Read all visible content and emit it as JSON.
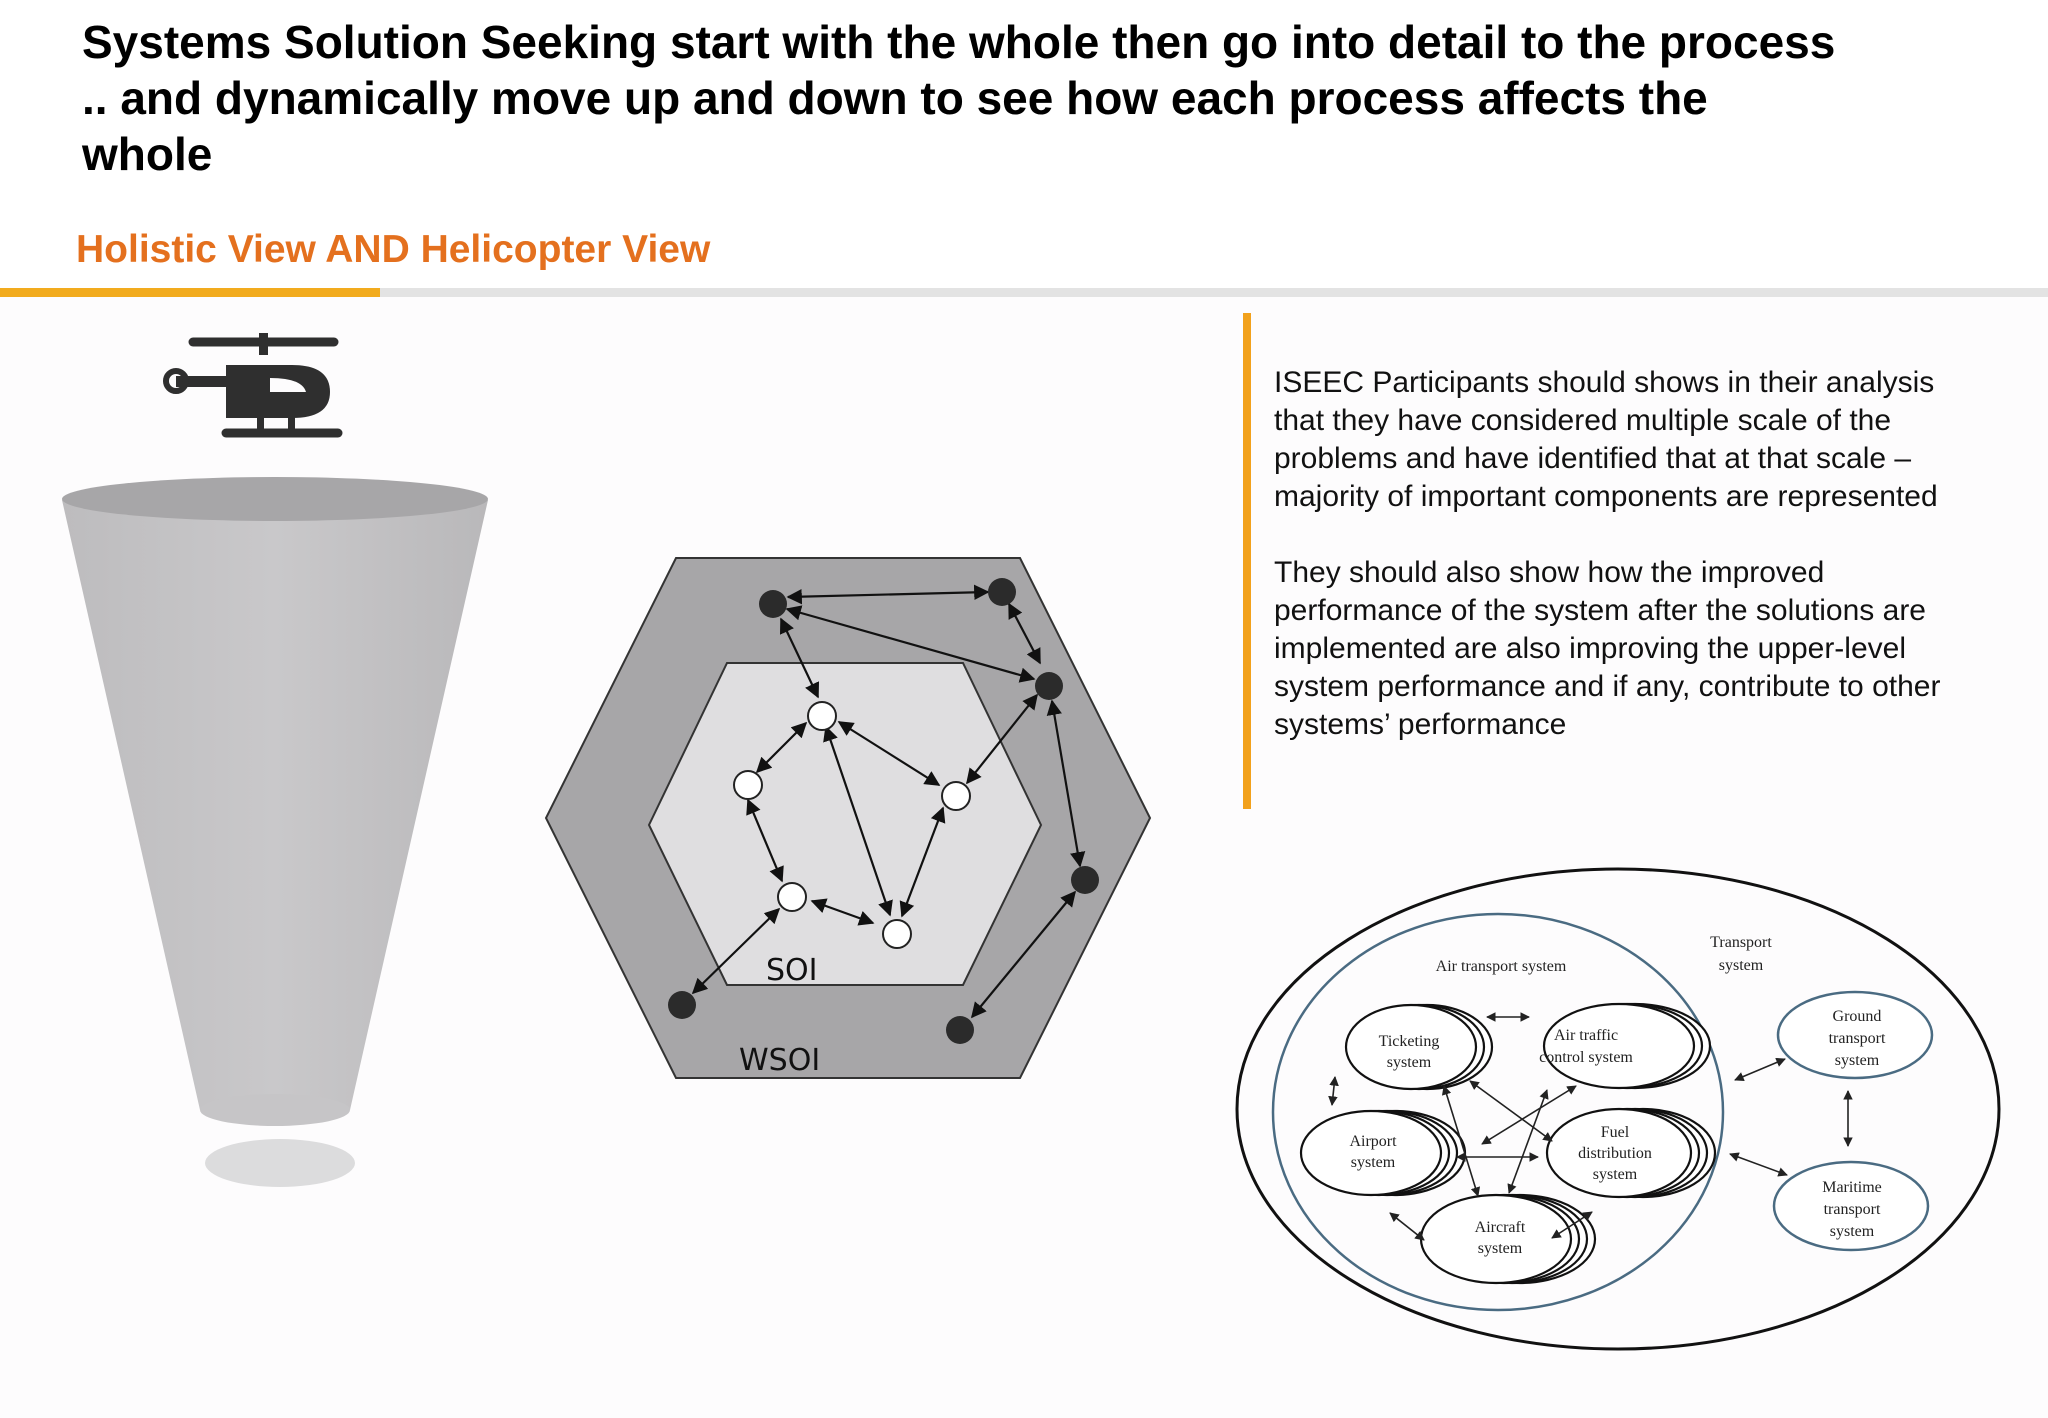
{
  "header": {
    "title_lines": [
      "Systems Solution Seeking start with the whole then go into detail to the process",
      ".. and dynamically move up and down to see how each process affects the",
      "whole"
    ],
    "subtitle": "Holistic View AND Helicopter View"
  },
  "body_text": {
    "paragraph_1": "ISEEC Participants should shows in their analysis that they have considered multiple scale of the problems and have identified that at that scale – majority of important components are represented",
    "paragraph_2": "They should also show how the improved performance of the system after the solutions are implemented are also improving the upper-level system performance and if any, contribute to other systems’ performance"
  },
  "hexagon_diagram": {
    "inner_label": "SOI",
    "outer_label": "WSOI"
  },
  "transport_diagram": {
    "transport_system": [
      "Transport",
      "system"
    ],
    "air_transport_system": "Air transport system",
    "ticketing": [
      "Ticketing",
      "system"
    ],
    "air_traffic": [
      "Air traffic",
      "control system"
    ],
    "airport": [
      "Airport",
      "system"
    ],
    "fuel": [
      "Fuel",
      "distribution",
      "system"
    ],
    "aircraft": [
      "Aircraft",
      "system"
    ],
    "ground": [
      "Ground",
      "transport",
      "system"
    ],
    "maritime": [
      "Maritime",
      "transport",
      "system"
    ]
  },
  "colors": {
    "accent_orange": "#e4701e",
    "accent_yellow": "#f2ab1e",
    "outer_hexagon": "#a7a6a8",
    "inner_hexagon": "#dfdee0",
    "node_dark": "#2b2b2b"
  },
  "icons": [
    "helicopter-icon",
    "funnel-cone-icon"
  ]
}
